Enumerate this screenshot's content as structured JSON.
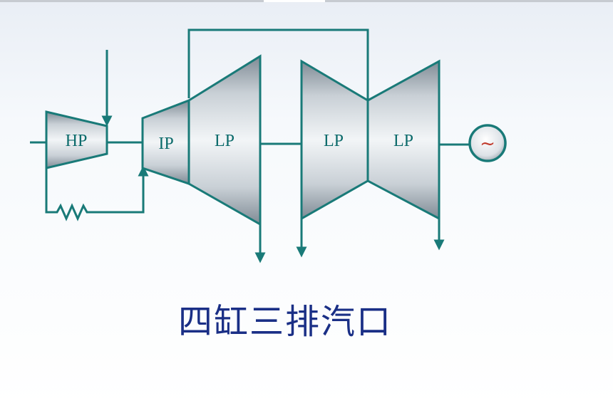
{
  "labels": {
    "hp": "HP",
    "ip": "IP",
    "lp1": "LP",
    "lp2": "LP",
    "lp3": "LP",
    "generator_symbol": "~"
  },
  "caption": "四缸三排汽口",
  "colors": {
    "line": "#197a78",
    "label": "#0c6b6b",
    "caption": "#1a2f86",
    "generator_symbol": "#c0392b"
  }
}
